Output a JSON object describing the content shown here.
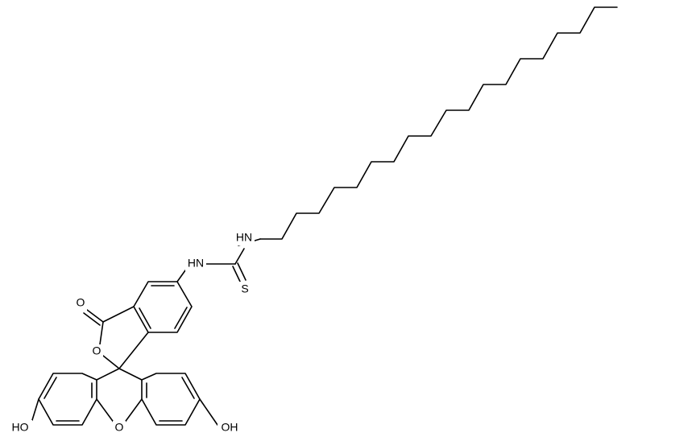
{
  "molecule": {
    "atom_labels": {
      "carbonyl_oxygen": "O",
      "lactone_oxygen": "O",
      "xanthene_oxygen": "O",
      "hydroxyl_left": "HO",
      "hydroxyl_right": "OH",
      "thiourea_nh_aryl": "HN",
      "thiourea_nh_alkyl": "HN",
      "thione_sulfur": "S"
    },
    "bond_color": "#000000",
    "background_color": "#ffffff"
  }
}
